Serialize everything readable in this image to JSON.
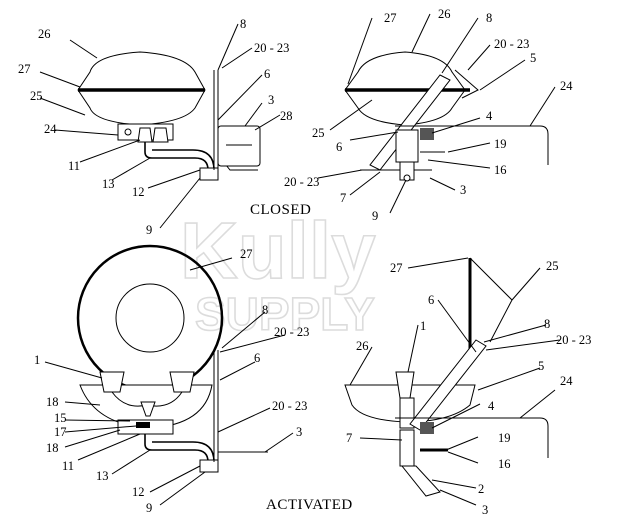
{
  "captions": {
    "closed": "CLOSED",
    "activated": "ACTIVATED"
  },
  "watermark": {
    "line1": "Kully",
    "line2": "SUPPLY"
  },
  "labels": {
    "tl": [
      "26",
      "27",
      "25",
      "24",
      "11",
      "13",
      "12",
      "9",
      "8",
      "20 - 23",
      "6",
      "3",
      "28"
    ],
    "tr": [
      "27",
      "26",
      "8",
      "20 - 23",
      "5",
      "24",
      "4",
      "25",
      "6",
      "19",
      "16",
      "20 - 23",
      "7",
      "9",
      "3"
    ],
    "bl": [
      "27",
      "8",
      "20 - 23",
      "1",
      "6",
      "18",
      "15",
      "17",
      "18",
      "20 - 23",
      "3",
      "11",
      "13",
      "12",
      "9"
    ],
    "br": [
      "27",
      "25",
      "6",
      "1",
      "8",
      "20 - 23",
      "26",
      "5",
      "24",
      "4",
      "7",
      "19",
      "16",
      "2",
      "3"
    ]
  }
}
